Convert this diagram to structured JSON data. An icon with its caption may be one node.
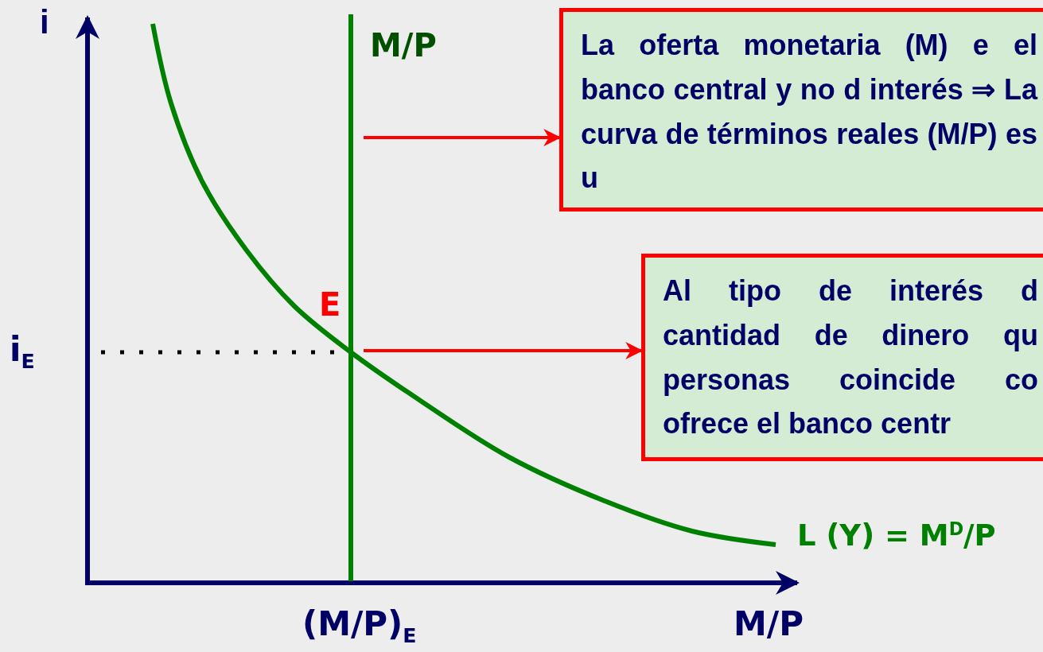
{
  "diagram": {
    "nodes": [
      {
        "text": [
          "La oferta monetaria (M) e el banco central y no d interés ⇒ La curva de términos reales (M/P) es u"
        ]
      },
      {
        "text": [
          "Al tipo de interés d cantidad de dinero qu personas coincide co ofrece el banco centr"
        ]
      }
    ],
    "edges": [
      {
        "from": null,
        "to": 0,
        "arrow": "to"
      },
      {
        "from": null,
        "to": 1,
        "arrow": "to"
      }
    ],
    "labels": [
      "i",
      "M/P",
      "E",
      "i$_{E}$",
      "(M/P)$_{E}$",
      "M/P",
      "L (Y) = M$^{D}$/P"
    ]
  }
}
